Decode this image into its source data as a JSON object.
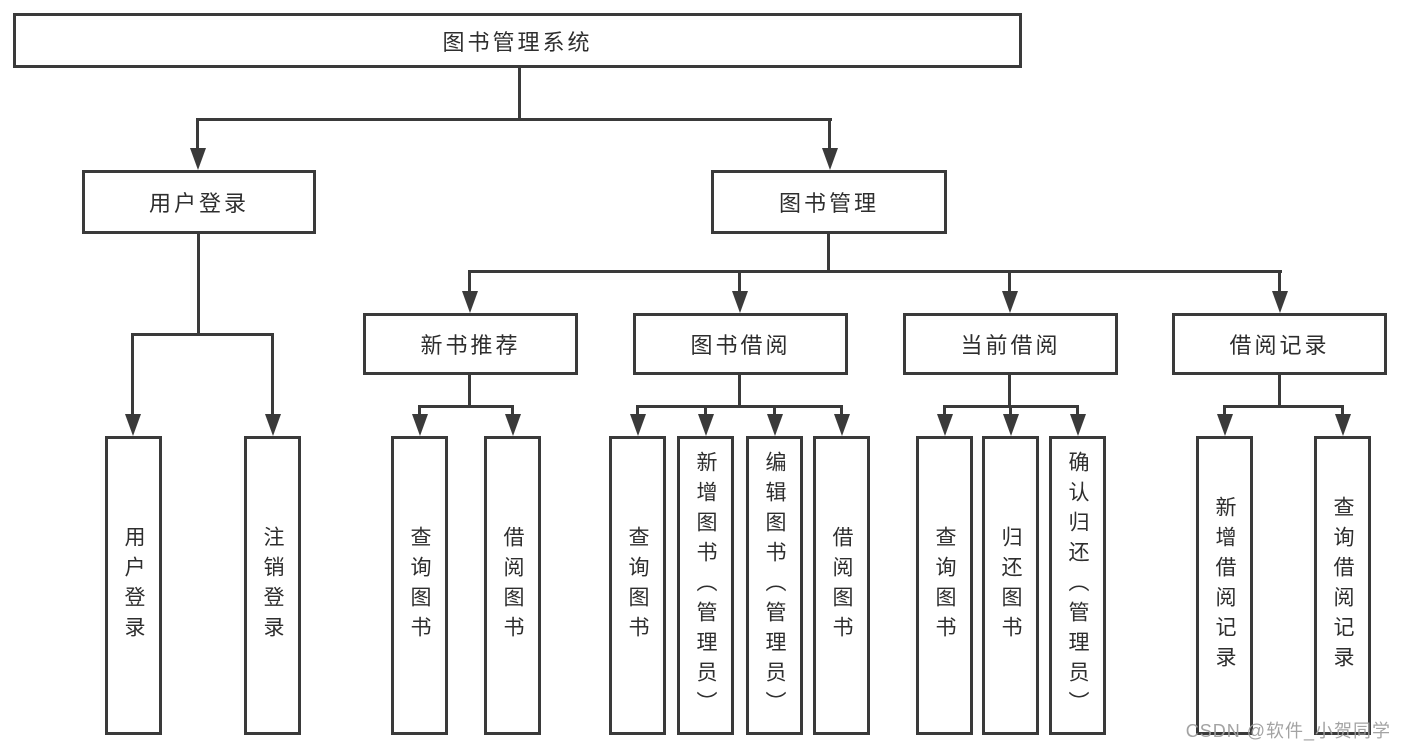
{
  "title": {
    "label": "图书管理系统"
  },
  "user_branch": {
    "label": "用户登录",
    "children": [
      "用户登录",
      "注销登录"
    ]
  },
  "book_branch": {
    "label": "图书管理",
    "groups": [
      {
        "label": "新书推荐",
        "children": [
          "查询图书",
          "借阅图书"
        ]
      },
      {
        "label": "图书借阅",
        "children": [
          "查询图书",
          "新增图书（管理员）",
          "编辑图书（管理员）",
          "借阅图书"
        ]
      },
      {
        "label": "当前借阅",
        "children": [
          "查询图书",
          "归还图书",
          "确认归还（管理员）"
        ]
      },
      {
        "label": "借阅记录",
        "children": [
          "新增借阅记录",
          "查询借阅记录"
        ]
      }
    ]
  },
  "watermark": {
    "text": "CSDN @软件_小贺同学"
  },
  "colors": {
    "line": "#3a3a3a",
    "text": "#2e2e2e",
    "watermark": "#9e9e9e",
    "background": "#ffffff"
  }
}
